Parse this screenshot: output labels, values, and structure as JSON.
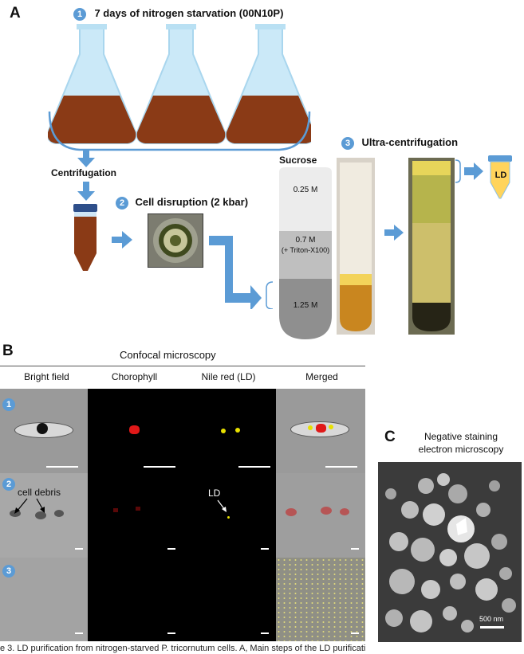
{
  "panel_a": {
    "letter": "A",
    "step1": {
      "num": "1",
      "title": "7 days of nitrogen starvation (00N10P)"
    },
    "centrifugation": "Centrifugation",
    "step2": {
      "num": "2",
      "title": "Cell disruption (2 kbar)"
    },
    "sucrose": {
      "title": "Sucrose",
      "top": "0.25 M",
      "middle": "0.7 M",
      "middle_note": "(+ Triton-X100)",
      "bottom": "1.25 M"
    },
    "step3": {
      "num": "3",
      "title": "Ultra-centrifugation"
    },
    "ld_tube_label": "LD",
    "colors": {
      "accent": "#5b9bd5",
      "culture": "#8a3a16",
      "flask": "#bfe3f5"
    }
  },
  "panel_b": {
    "letter": "B",
    "title": "Confocal microscopy",
    "columns": [
      "Bright field",
      "Chorophyll",
      "Nile red (LD)",
      "Merged"
    ],
    "rows": [
      "1",
      "2",
      "3"
    ],
    "annotations": {
      "cell_debris": "cell debris",
      "ld": "LD"
    }
  },
  "panel_c": {
    "letter": "C",
    "title_line1": "Negative staining",
    "title_line2": "electron microscopy",
    "scale": "500 nm"
  },
  "caption_fragment": "e 3. LD purification from nitrogen-starved P. tricornutum cells. A, Main steps of the LD purificati"
}
